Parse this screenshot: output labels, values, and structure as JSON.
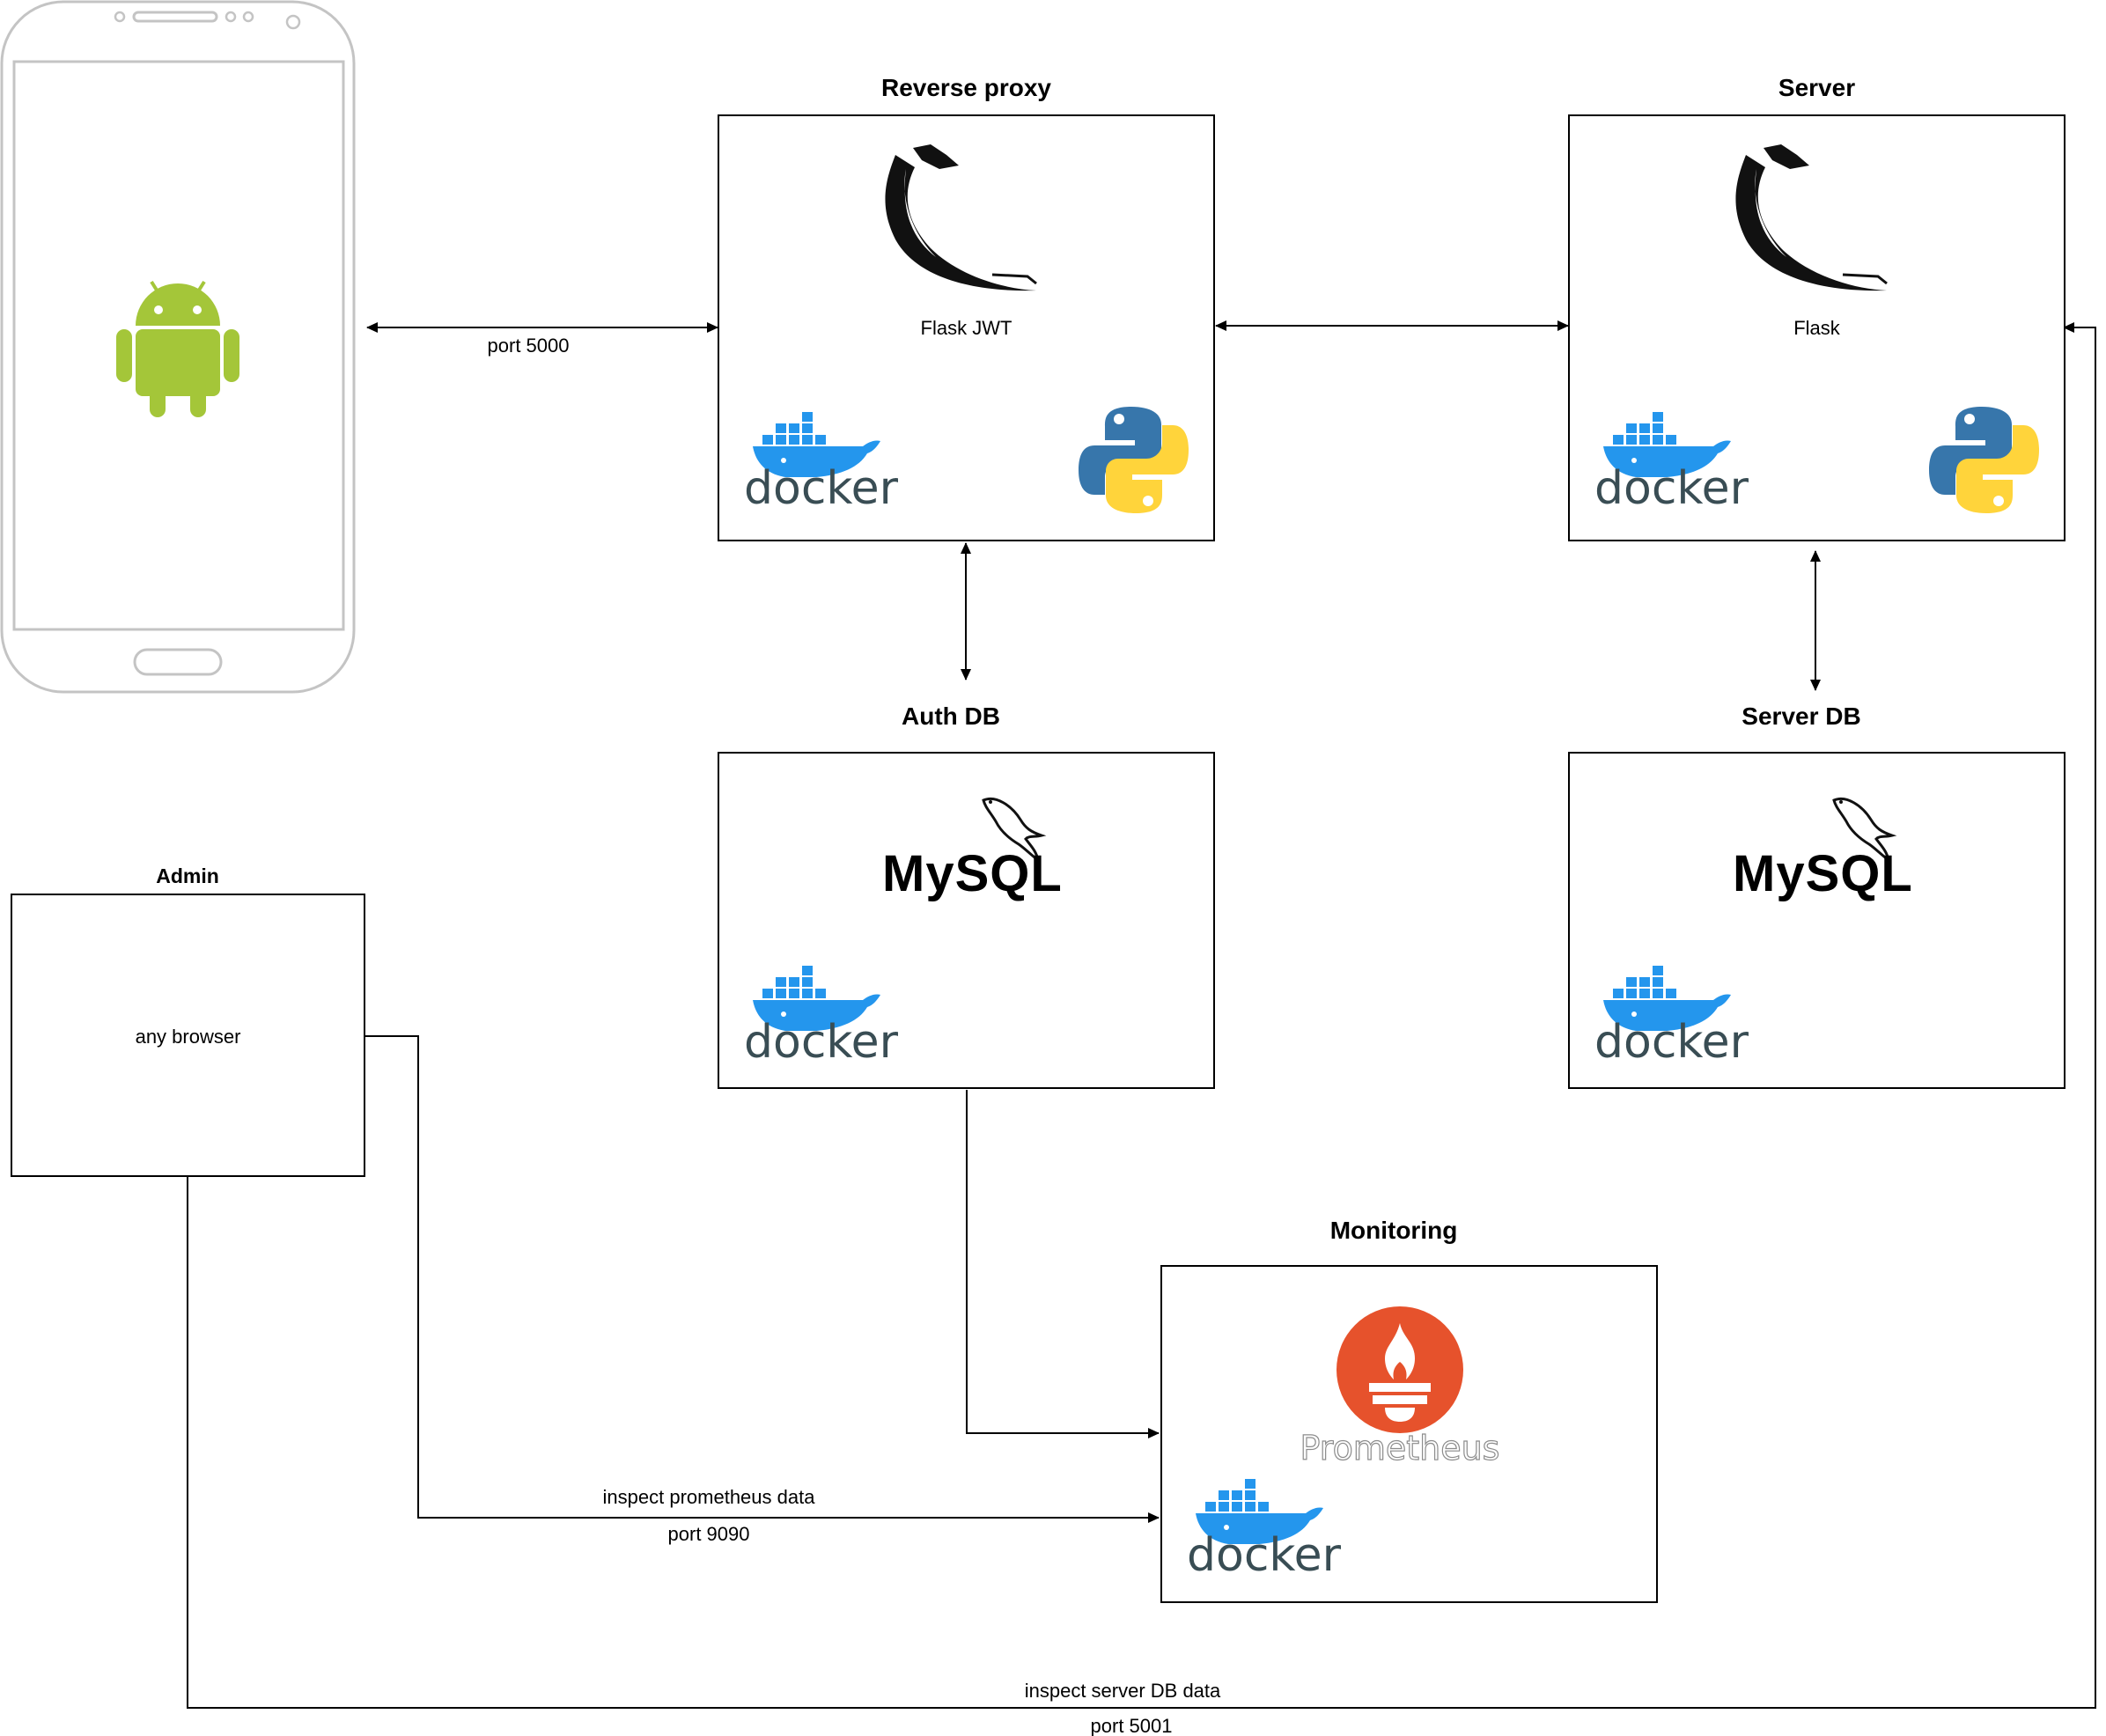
{
  "nodes": {
    "reverse_proxy": {
      "title": "Reverse proxy",
      "label": "Flask JWT",
      "icons": [
        "flask-icon",
        "docker-icon",
        "python-icon"
      ]
    },
    "server": {
      "title": "Server",
      "label": "Flask",
      "icons": [
        "flask-icon",
        "docker-icon",
        "python-icon"
      ]
    },
    "auth_db": {
      "title": "Auth DB",
      "logo_text": "MySQL",
      "icons": [
        "mysql-icon",
        "docker-icon"
      ]
    },
    "server_db": {
      "title": "Server DB",
      "logo_text": "MySQL",
      "icons": [
        "mysql-icon",
        "docker-icon"
      ]
    },
    "admin": {
      "title": "Admin",
      "label": "any browser"
    },
    "monitoring": {
      "title": "Monitoring",
      "logo_text": "Prometheus",
      "icons": [
        "prometheus-icon",
        "docker-icon"
      ]
    },
    "phone": {
      "icons": [
        "android-icon"
      ]
    }
  },
  "docker_text": "docker",
  "edges": {
    "phone_proxy": {
      "label": "port 5000"
    },
    "admin_monitoring": {
      "label1": "inspect  prometheus data",
      "label2": "port 9090"
    },
    "admin_server": {
      "label1": "inspect  server DB data",
      "label2": "port 5001"
    }
  },
  "colors": {
    "android": "#a4c639",
    "docker": "#2496ed",
    "docker_dark": "#394d54",
    "python_blue": "#3776ab",
    "python_yellow": "#ffd43b",
    "prometheus": "#e6522c"
  }
}
